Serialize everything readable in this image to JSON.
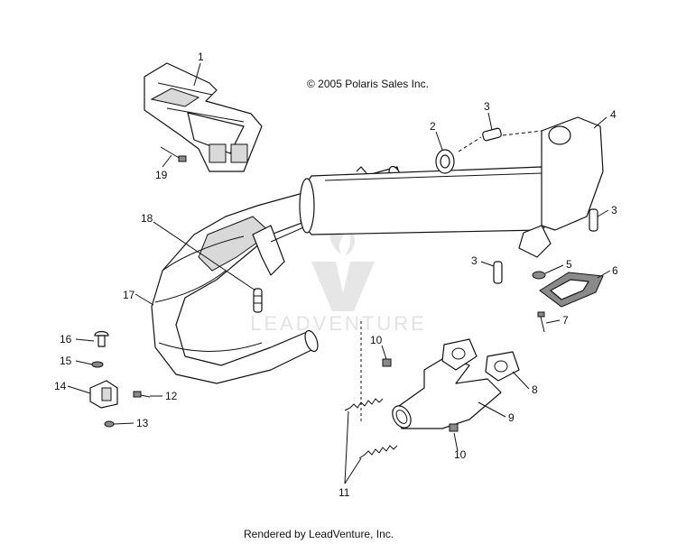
{
  "copyright": "© 2005 Polaris Sales Inc.",
  "footer": "Rendered by LeadVenture, Inc.",
  "watermark": {
    "brand": "LEADVENTURE",
    "color": "#e3e3e3"
  },
  "callouts": {
    "c1": "1",
    "c2": "2",
    "c3a": "3",
    "c3b": "3",
    "c3c": "3",
    "c4": "4",
    "c5": "5",
    "c6": "6",
    "c7": "7",
    "c8": "8",
    "c9": "9",
    "c10a": "10",
    "c10b": "10",
    "c11": "11",
    "c12": "12",
    "c13": "13",
    "c14": "14",
    "c15": "15",
    "c16": "16",
    "c17": "17",
    "c18": "18",
    "c19": "19"
  }
}
